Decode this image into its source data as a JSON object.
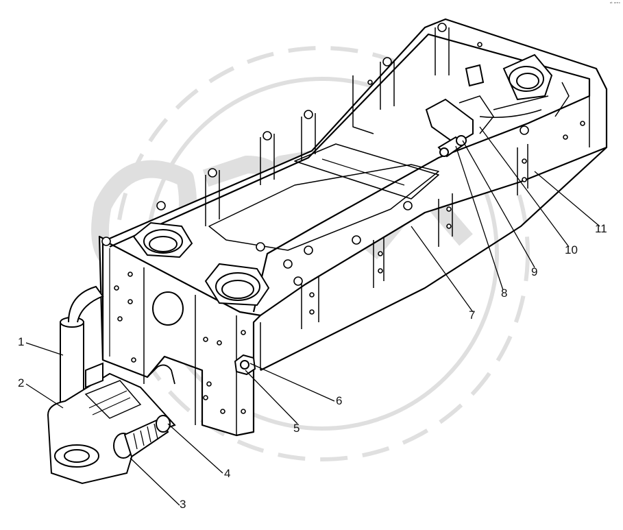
{
  "diagram": {
    "watermark": "OPEX",
    "corner_mark": "ᵃᵗ ᵒʳᵉˣ",
    "callouts": [
      {
        "id": "1",
        "label": "1"
      },
      {
        "id": "2",
        "label": "2"
      },
      {
        "id": "3",
        "label": "3"
      },
      {
        "id": "4",
        "label": "4"
      },
      {
        "id": "5",
        "label": "5"
      },
      {
        "id": "6",
        "label": "6"
      },
      {
        "id": "7",
        "label": "7"
      },
      {
        "id": "8",
        "label": "8"
      },
      {
        "id": "9",
        "label": "9"
      },
      {
        "id": "10",
        "label": "10"
      },
      {
        "id": "11",
        "label": "11"
      }
    ]
  }
}
